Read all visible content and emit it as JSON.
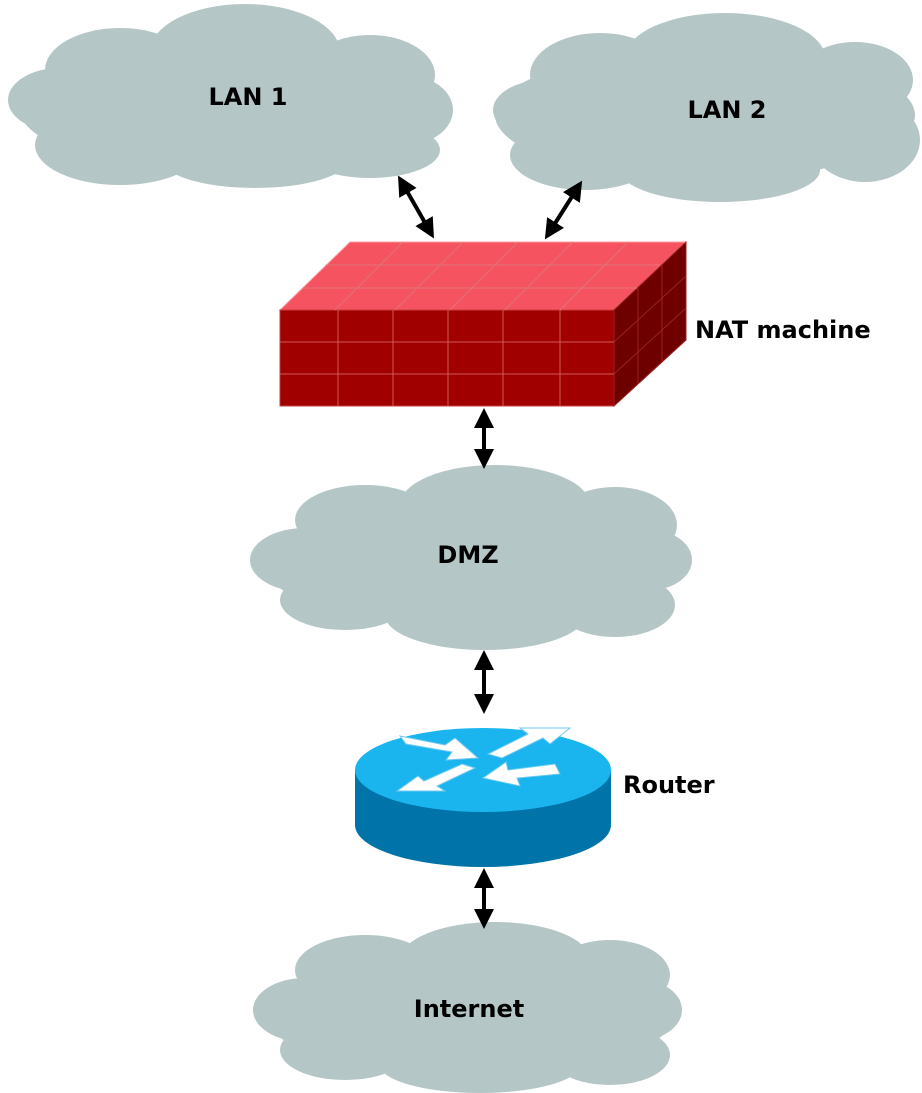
{
  "nodes": {
    "lan1": {
      "label": "LAN 1"
    },
    "lan2": {
      "label": "LAN 2"
    },
    "nat": {
      "label": "NAT machine"
    },
    "dmz": {
      "label": "DMZ"
    },
    "router": {
      "label": "Router"
    },
    "internet": {
      "label": "Internet"
    }
  },
  "connections": [
    {
      "from": "lan1",
      "to": "nat",
      "direction": "bidirectional"
    },
    {
      "from": "lan2",
      "to": "nat",
      "direction": "bidirectional"
    },
    {
      "from": "nat",
      "to": "dmz",
      "direction": "bidirectional"
    },
    {
      "from": "dmz",
      "to": "router",
      "direction": "bidirectional"
    },
    {
      "from": "router",
      "to": "internet",
      "direction": "bidirectional"
    }
  ],
  "colors": {
    "cloud": "#b5c6c6",
    "firewall_top": "#f4535f",
    "firewall_front": "#a10000",
    "firewall_side": "#6e0000",
    "router_top": "#1ab4ef",
    "router_side": "#0074a8",
    "arrow": "#000000"
  }
}
